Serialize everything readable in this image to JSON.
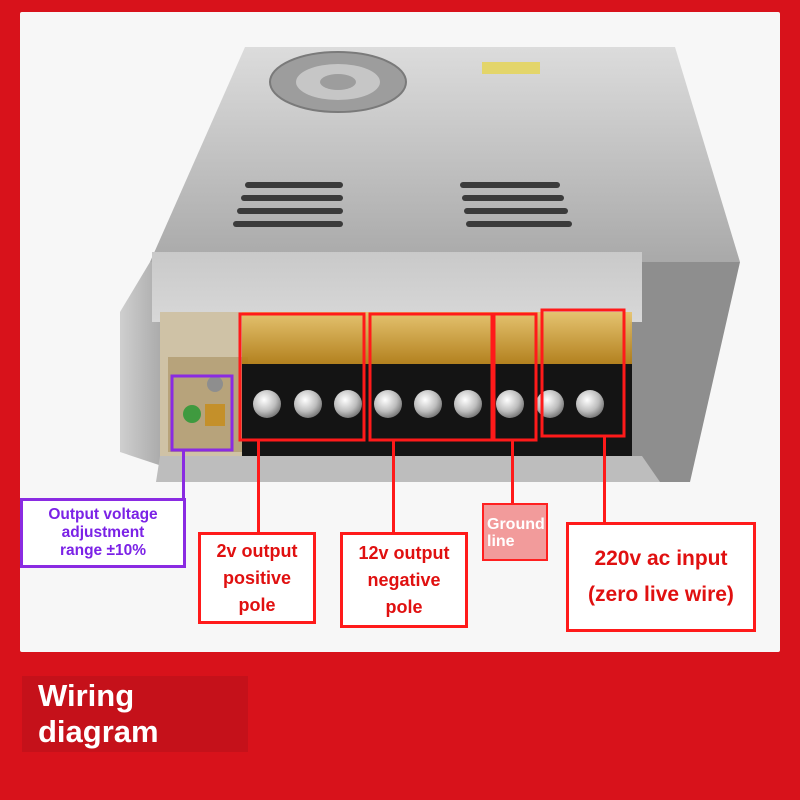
{
  "labels": {
    "output_voltage": {
      "line1": "Output voltage",
      "line2": "adjustment",
      "line3": "range ±10%"
    },
    "positive": {
      "line1": "2v output",
      "line2": "positive",
      "line3": "pole"
    },
    "negative": {
      "line1": "12v output",
      "line2": "negative",
      "line3": "pole"
    },
    "ground": {
      "line1": "Ground",
      "line2": "line"
    },
    "ac_input": {
      "line1": "220v ac input",
      "line2": "(zero live wire)"
    }
  },
  "title": {
    "line1": "Wiring",
    "line2": "diagram"
  },
  "colors": {
    "background": "#d8121b",
    "callout_red": "#ff1a1a",
    "callout_purple": "#8a2be2"
  }
}
